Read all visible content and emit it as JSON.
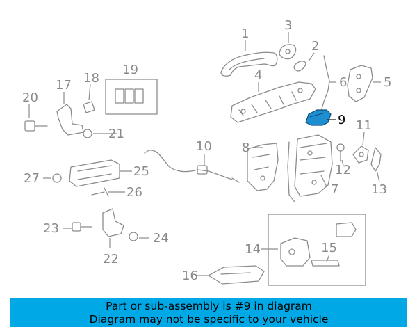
{
  "diagram": {
    "highlight_color": "#1d8fd1",
    "highlighted_part": "9",
    "callouts": [
      {
        "id": "1",
        "text": "1"
      },
      {
        "id": "2",
        "text": "2"
      },
      {
        "id": "3",
        "text": "3"
      },
      {
        "id": "4",
        "text": "4"
      },
      {
        "id": "5",
        "text": "5"
      },
      {
        "id": "6",
        "text": "6"
      },
      {
        "id": "7",
        "text": "7"
      },
      {
        "id": "8",
        "text": "8"
      },
      {
        "id": "9",
        "text": "9"
      },
      {
        "id": "10",
        "text": "10"
      },
      {
        "id": "11",
        "text": "11"
      },
      {
        "id": "12",
        "text": "12"
      },
      {
        "id": "13",
        "text": "13"
      },
      {
        "id": "14",
        "text": "14"
      },
      {
        "id": "15",
        "text": "15"
      },
      {
        "id": "16",
        "text": "16"
      },
      {
        "id": "17",
        "text": "17"
      },
      {
        "id": "18",
        "text": "18"
      },
      {
        "id": "19",
        "text": "19"
      },
      {
        "id": "20",
        "text": "20"
      },
      {
        "id": "21",
        "text": "21"
      },
      {
        "id": "22",
        "text": "22"
      },
      {
        "id": "23",
        "text": "23"
      },
      {
        "id": "24",
        "text": "24"
      },
      {
        "id": "25",
        "text": "25"
      },
      {
        "id": "26",
        "text": "26"
      },
      {
        "id": "27",
        "text": "27"
      }
    ]
  },
  "banner": {
    "line1": "Part or sub-assembly is #9 in diagram",
    "line2": "Diagram may not be specific to your vehicle",
    "background": "#00a8e6"
  }
}
